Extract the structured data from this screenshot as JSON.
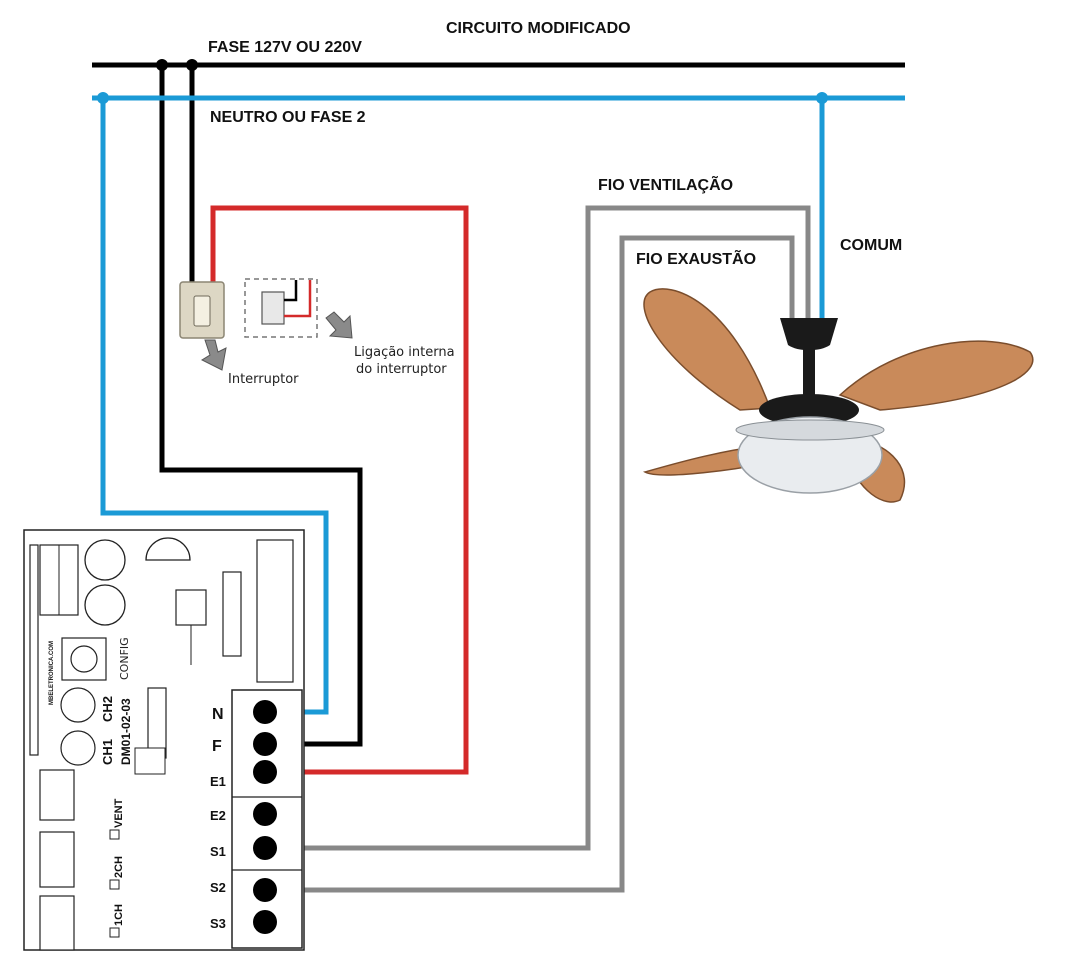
{
  "title": "CIRCUITO MODIFICADO",
  "lines": {
    "phase": "FASE 127V OU 220V",
    "neutral": "NEUTRO OU FASE 2"
  },
  "fan_labels": {
    "ventilation": "FIO VENTILAÇÃO",
    "exhaust": "FIO EXAUSTÃO",
    "common": "COMUM"
  },
  "switch": {
    "label": "Interruptor",
    "internal_line1": "Ligação interna",
    "internal_line2": "do interruptor"
  },
  "board": {
    "terminals": [
      "N",
      "F",
      "E1",
      "E2",
      "S1",
      "S2",
      "S3"
    ],
    "model": "DM01-02-03",
    "config": "CONFIG",
    "ch1": "CH1",
    "ch2": "CH2",
    "brand": "MBELETRONICA.COM",
    "options": [
      "VENT",
      "2CH",
      "1CH"
    ]
  },
  "colors": {
    "phase_wire": "#000000",
    "neutral_wire": "#1b9ad6",
    "switch_wire": "#d42a2a",
    "fan_wire": "#888888",
    "blade": "#c98a5a"
  }
}
